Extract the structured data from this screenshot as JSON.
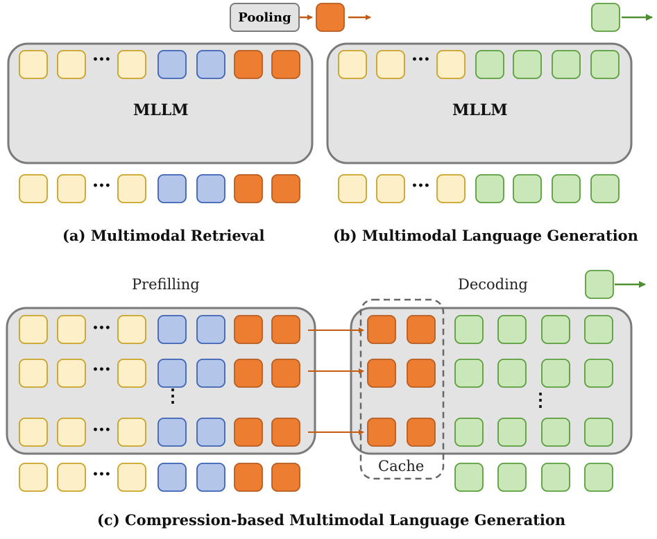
{
  "panels": {
    "a": {
      "caption": "(a) Multimodal Retrieval",
      "model_label": "MLLM",
      "pooling_label": "Pooling"
    },
    "b": {
      "caption": "(b) Multimodal Language Generation",
      "model_label": "MLLM"
    },
    "c": {
      "caption": "(c) Compression-based Multimodal Language Generation",
      "prefill_label": "Prefilling",
      "decode_label": "Decoding",
      "cache_label": "Cache"
    }
  },
  "ellipsis": "•••",
  "vellipsis": "⋮",
  "colors": {
    "text_token_fill": "#fdf0c8",
    "text_token_stroke": "#c9a227",
    "image_token_fill": "#b3c6ea",
    "image_token_stroke": "#3d62b5",
    "compressed_token_fill": "#ed7d31",
    "compressed_token_stroke": "#b85c1f",
    "generated_token_fill": "#c9e7b9",
    "generated_token_stroke": "#5a9e3c",
    "model_fill": "#e3e3e3",
    "model_stroke": "#7a7a7a",
    "orange_arrow": "#c55a11",
    "green_arrow": "#4e8f2f"
  }
}
